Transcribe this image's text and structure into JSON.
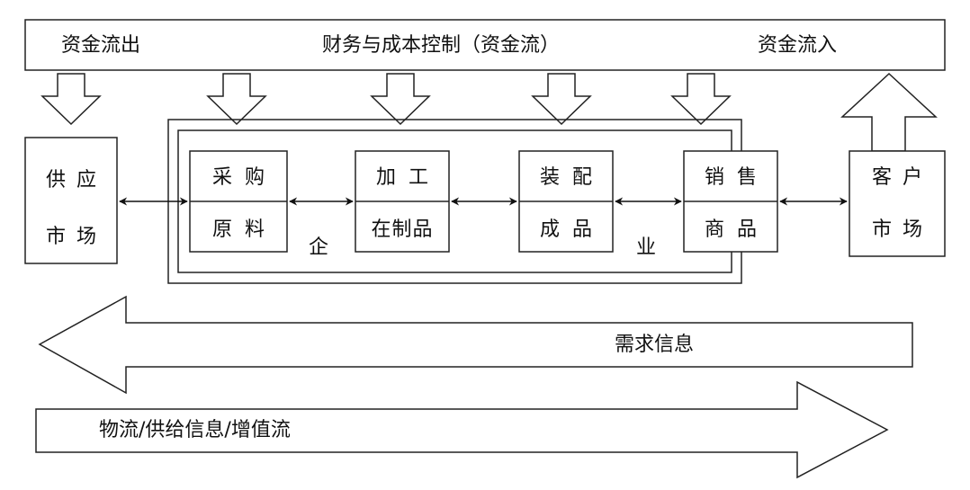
{
  "finance_bar": {
    "outflow": "资金流出",
    "control": "财务与成本控制（资金流）",
    "inflow": "资金流入"
  },
  "supply_market": {
    "line1": "供应",
    "line2": "市场"
  },
  "enterprise": {
    "char1": "企",
    "char2": "业"
  },
  "stages": [
    {
      "top": "采购",
      "bottom": "原料"
    },
    {
      "top": "加工",
      "bottom": "在制品"
    },
    {
      "top": "装配",
      "bottom": "成品"
    },
    {
      "top": "销售",
      "bottom": "商品"
    }
  ],
  "customer_market": {
    "line1": "客户",
    "line2": "市场"
  },
  "demand_arrow": {
    "label": "需求信息"
  },
  "supply_arrow": {
    "label": "物流/供给信息/增值流"
  }
}
